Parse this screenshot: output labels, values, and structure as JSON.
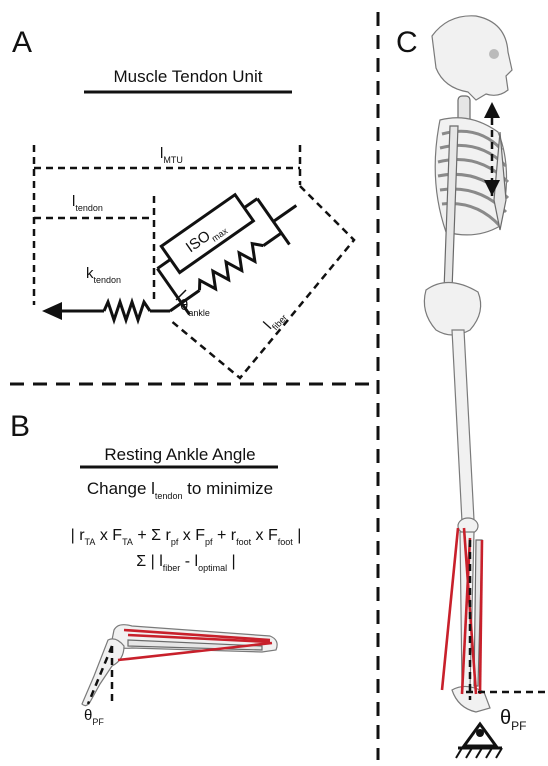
{
  "panels": {
    "a": {
      "letter": "A"
    },
    "b": {
      "letter": "B"
    },
    "c": {
      "letter": "C"
    }
  },
  "panel_a": {
    "title": "Muscle Tendon Unit",
    "l_mtu": {
      "base": "l",
      "sub": "MTU"
    },
    "l_tendon": {
      "base": "l",
      "sub": "tendon"
    },
    "k_tendon": {
      "base": "k",
      "sub": "tendon"
    },
    "iso_box": {
      "base": "ISO",
      "sub": "max"
    },
    "theta_ankle": {
      "base": "θ",
      "sub": "ankle"
    },
    "l_fiber": {
      "base": "l",
      "sub": "fiber"
    }
  },
  "panel_b": {
    "title": "Resting Ankle Angle",
    "line1": {
      "pre": "Change ",
      "base": "l",
      "sub": "tendon",
      "post": " to minimize"
    },
    "eq1": {
      "t1": "| r",
      "s1": "TA",
      "t2": " x F",
      "s2": "TA",
      "t3": " + Σ r",
      "s3": "pf",
      "t4": " x F",
      "s4": "pf",
      "t5": " + r",
      "s5": "foot",
      "t6": " x F",
      "s6": "foot",
      "t7": " |"
    },
    "eq2": {
      "t1": "Σ | l",
      "s1": "fiber",
      "t2": " - l",
      "s2": "optimal",
      "t3": " |"
    },
    "theta_pf": {
      "base": "θ",
      "sub": "PF"
    }
  },
  "panel_c": {
    "theta_pf": {
      "base": "θ",
      "sub": "PF"
    }
  },
  "colors": {
    "muscle": "#c8202b",
    "ink": "#111111"
  }
}
